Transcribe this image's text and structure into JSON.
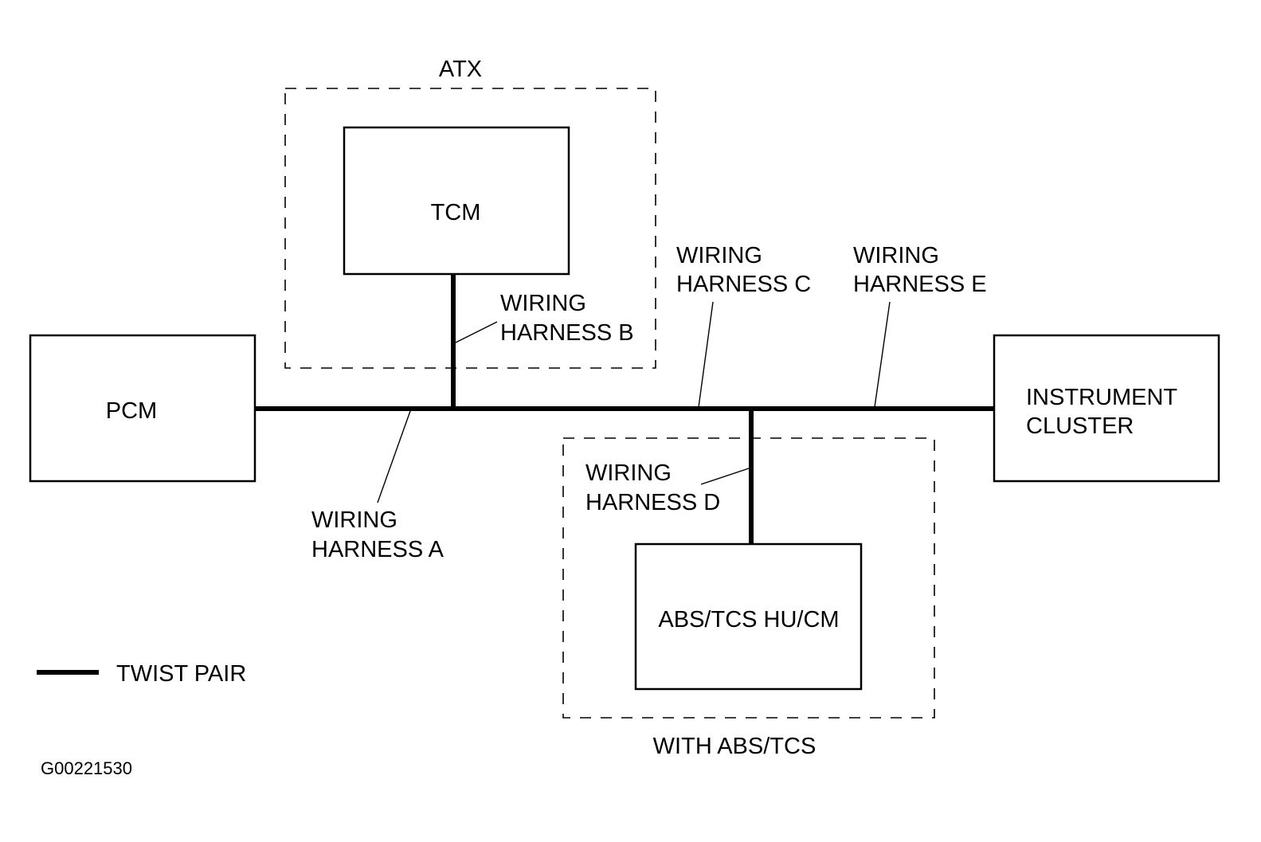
{
  "diagram": {
    "groups": {
      "atx": {
        "label": "ATX"
      },
      "abs_tcs": {
        "label": "WITH ABS/TCS"
      }
    },
    "modules": {
      "pcm": {
        "label": "PCM"
      },
      "tcm": {
        "label": "TCM"
      },
      "instrument_cluster": {
        "line1": "INSTRUMENT",
        "line2": "CLUSTER"
      },
      "abs_tcs_hucm": {
        "label": "ABS/TCS HU/CM"
      }
    },
    "harnesses": {
      "a": {
        "line1": "WIRING",
        "line2": "HARNESS A"
      },
      "b": {
        "line1": "WIRING",
        "line2": "HARNESS B"
      },
      "c": {
        "line1": "WIRING",
        "line2": "HARNESS C"
      },
      "d": {
        "line1": "WIRING",
        "line2": "HARNESS D"
      },
      "e": {
        "line1": "WIRING",
        "line2": "HARNESS E"
      }
    },
    "legend": {
      "twist_pair": "TWIST PAIR"
    },
    "figure_id": "G00221530"
  }
}
